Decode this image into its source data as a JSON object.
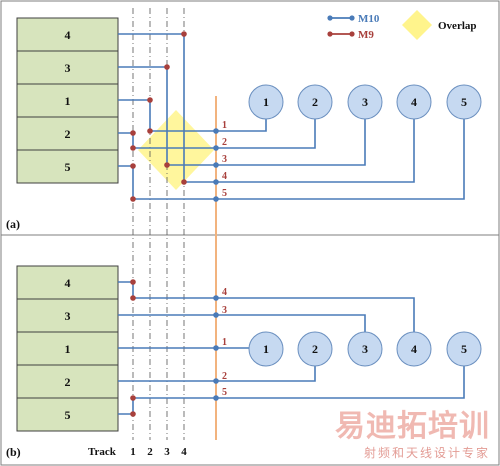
{
  "legend": {
    "m10": "M10",
    "m9": "M9",
    "overlap": "Overlap"
  },
  "panels": [
    {
      "label": "(a)",
      "blocks": [
        "4",
        "3",
        "1",
        "2",
        "5"
      ],
      "circles": [
        "1",
        "2",
        "3",
        "4",
        "5"
      ],
      "pin_labels": [
        "1",
        "2",
        "3",
        "4",
        "5"
      ]
    },
    {
      "label": "(b)",
      "blocks": [
        "4",
        "3",
        "1",
        "2",
        "5"
      ],
      "circles": [
        "1",
        "2",
        "3",
        "4",
        "5"
      ],
      "pin_labels": [
        "4",
        "3",
        "1",
        "2",
        "5"
      ]
    }
  ],
  "track_axis": {
    "title": "Track",
    "labels": [
      "1",
      "2",
      "3",
      "4"
    ]
  },
  "watermark": {
    "main": "易迪拓培训",
    "sub": "射频和天线设计专家"
  },
  "colors": {
    "m10": "#4a7bb8",
    "m9": "#a8403c",
    "block_fill": "#d7e4bd",
    "circle_fill": "#c6d9f1",
    "overlap": "#fff48c",
    "separator": "#f2b37e"
  }
}
